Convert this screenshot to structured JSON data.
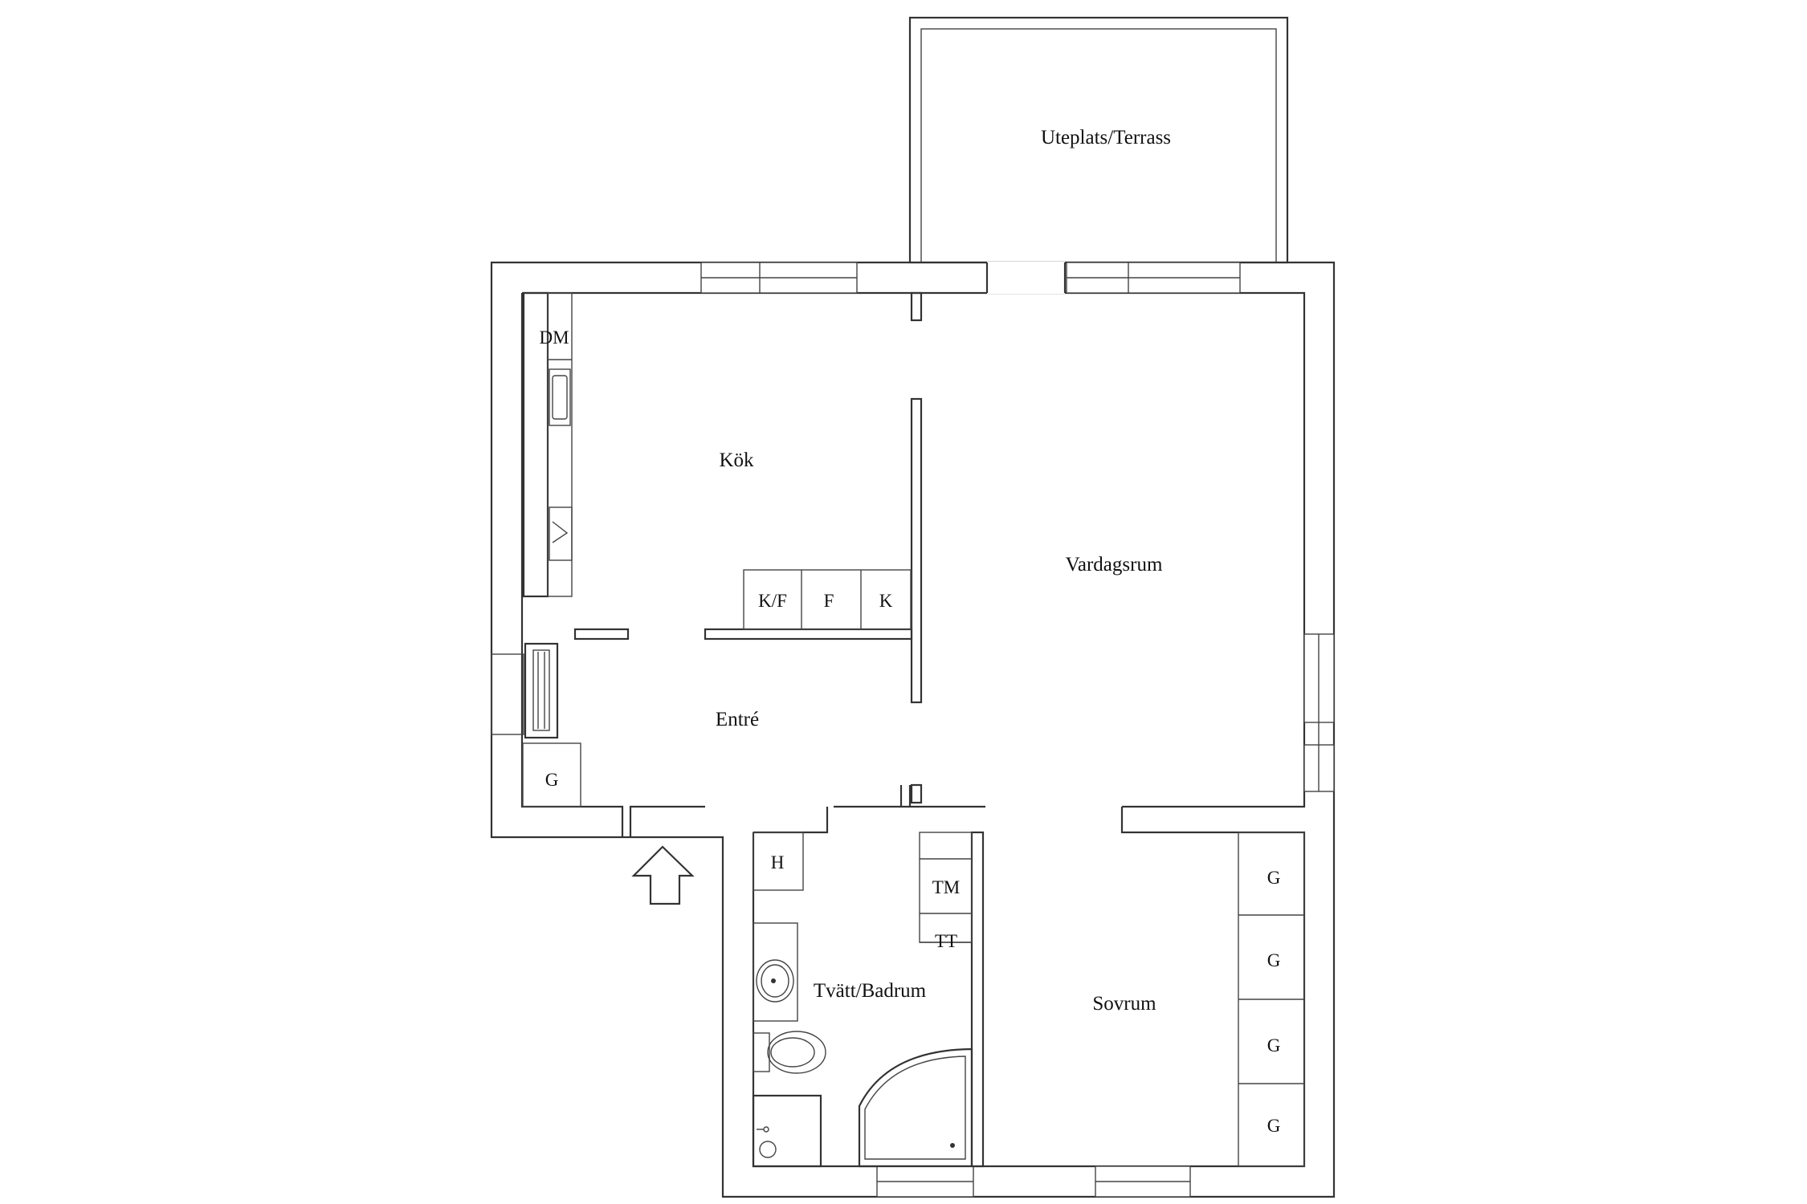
{
  "rooms": {
    "terrace": "Uteplats/Terrass",
    "kitchen": "Kök",
    "living": "Vardagsrum",
    "entrance": "Entré",
    "laundry_bath": "Tvätt/Badrum",
    "bedroom": "Sovrum"
  },
  "fixtures": {
    "dishwasher": "DM",
    "fridge_freezer": "K/F",
    "freezer": "F",
    "fridge": "K",
    "entrance_wardrobe": "G",
    "hall_cabinet": "H",
    "dryer": "TM",
    "washer": "TT",
    "bedroom_wardrobes": [
      "G",
      "G",
      "G",
      "G"
    ]
  },
  "icons": {
    "entry": "entry-arrow-icon",
    "sink": "sink-icon",
    "toilet": "toilet-icon",
    "shower": "shower-icon",
    "bathtub": "corner-bathtub-icon",
    "stove": "stove-icon",
    "radiator": "radiator-icon"
  },
  "colors": {
    "line": "#333333",
    "background": "#ffffff"
  }
}
